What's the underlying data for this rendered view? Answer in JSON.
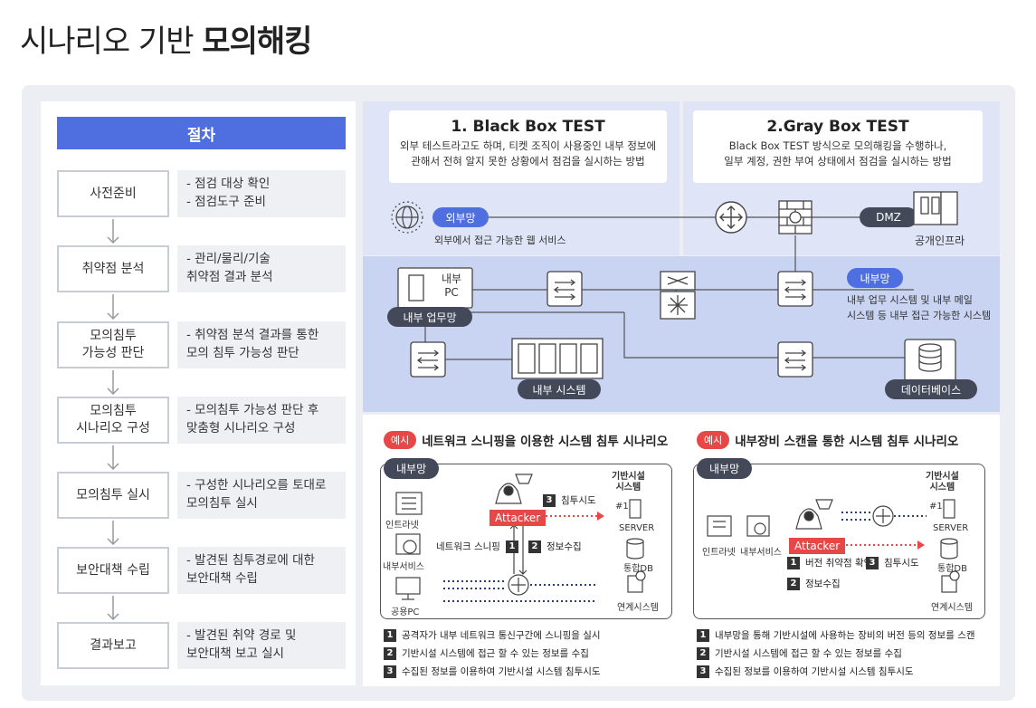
{
  "page_title": {
    "normal": "시나리오 기반 ",
    "bold": "모의해킹"
  },
  "procedure": {
    "header": "절차",
    "steps": [
      {
        "name": "사전준비",
        "desc": "- 점검 대상 확인\n- 점검도구 준비"
      },
      {
        "name": "취약점 분석",
        "desc": "- 관리/물리/기술\n  취약점 결과 분석"
      },
      {
        "name": "모의침투\n가능성 판단",
        "desc": "- 취약점 분석 결과를 통한\n  모의 침투 가능성 판단"
      },
      {
        "name": "모의침투\n시나리오 구성",
        "desc": "- 모의침투 가능성 판단 후\n  맞춤형 시나리오 구성"
      },
      {
        "name": "모의침투 실시",
        "desc": "- 구성한 시나리오를 토대로\n  모의침투 실시"
      },
      {
        "name": "보안대책 수립",
        "desc": "- 발견된 침투경로에 대한\n  보안대책 수립"
      },
      {
        "name": "결과보고",
        "desc": "- 발견된 취약 경로 및\n  보안대책 보고 실시"
      }
    ]
  },
  "black_box": {
    "title": "1. Black Box TEST",
    "desc1": "외부 테스트라고도 하며, 티켓 조직이 사용중인 내부 정보에",
    "desc2": "관해서 전혀 알지 못한 상황에서 점검을 실시하는 방법"
  },
  "gray_box": {
    "title": "2.Gray Box TEST",
    "desc1": "Black Box TEST 방식으로 모의해킹을 수행하나,",
    "desc2": "일부 계정, 권한 부여 상태에서 점검을 실시하는 방법"
  },
  "network": {
    "external": "외부망",
    "external_desc": "외부에서 접근 가능한 웹 서비스",
    "dmz": "DMZ",
    "public_infra": "공개인프라",
    "internal_pc_1": "내부",
    "internal_pc_2": "PC",
    "internal_work_net": "내부 업무망",
    "internal_net": "내부망",
    "internal_desc1": "내부 업무 시스템 및 내부 메일",
    "internal_desc2": "시스템 등 내부 접근 가능한 시스템",
    "internal_system": "내부 시스템",
    "database": "데이터베이스"
  },
  "example1": {
    "badge": "예시",
    "title": "네트워크 스니핑을 이용한 시스템 침투 시나리오",
    "net_tag": "내부망",
    "intranet": "인트라넷",
    "internal_service": "내부서비스",
    "public_pc": "공용PC",
    "attacker": "Attacker",
    "sniffing": "네트워크 스니핑",
    "info_collect": "정보수집",
    "intrusion": "침투시도",
    "infra_title1": "기반시설",
    "infra_title2": "시스템",
    "server_no": "#1",
    "server": "SERVER",
    "db": "통합DB",
    "link": "연계시스템",
    "notes": [
      "공격자가 내부 네트워크 통신구간에 스니핑을 실시",
      "기반시설 시스템에 접근 할 수 있는 정보를 수집",
      "수집된 정보를 이용하여 기반시설 시스템 침투시도"
    ]
  },
  "example2": {
    "badge": "예시",
    "title": "내부장비 스캔을 통한 시스템 침투 시나리오",
    "net_tag": "내부망",
    "intranet": "인트라넷",
    "internal_service": "내부서비스",
    "attacker": "Attacker",
    "version_check": "버전 취약점 확인",
    "intrusion": "침투시도",
    "info_collect": "정보수집",
    "infra_title1": "기반시설",
    "infra_title2": "시스템",
    "server_no": "#1",
    "server": "SERVER",
    "db": "통합DB",
    "link": "연계시스템",
    "notes": [
      "내부망을 통해 기반시설에 사용하는 장비의 버전 등의 정보를 스캔",
      "기반시설 시스템에 접근 할 수 있는 정보를 수집",
      "수집된 정보를 이용하여 기반시설 시스템 침투시도"
    ]
  },
  "colors": {
    "accent": "#4f6fe0",
    "danger": "#e64848",
    "dark": "#44495a",
    "panel": "#eceef3",
    "blue_bg": "#c9d3f2"
  }
}
